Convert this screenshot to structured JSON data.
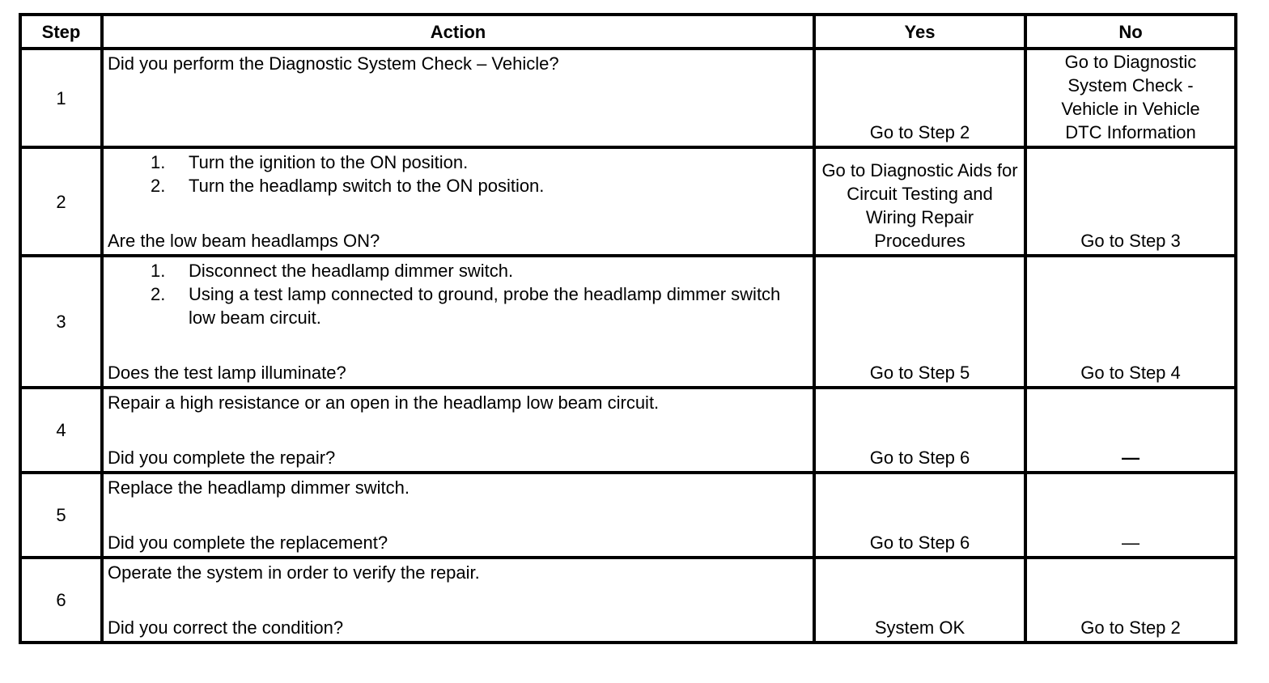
{
  "headers": {
    "step": "Step",
    "action": "Action",
    "yes": "Yes",
    "no": "No"
  },
  "rows": [
    {
      "step": "1",
      "action": {
        "lines": [
          "Did you perform the Diagnostic System Check – Vehicle?"
        ]
      },
      "yes": "Go to Step 2",
      "no": "Go to Diagnostic System Check - Vehicle in Vehicle DTC Information"
    },
    {
      "step": "2",
      "action": {
        "list": [
          "Turn the ignition to the ON position.",
          "Turn the headlamp switch to the ON position."
        ],
        "question": "Are the low beam headlamps ON?"
      },
      "yes": "Go to Diagnostic Aids for Circuit Testing and Wiring Repair Procedures",
      "no": "Go to Step 3"
    },
    {
      "step": "3",
      "action": {
        "list": [
          "Disconnect the headlamp dimmer switch.",
          "Using a test lamp connected to ground, probe the headlamp dimmer switch low beam circuit."
        ],
        "question": "Does the test lamp illuminate?"
      },
      "yes": "Go to Step 5",
      "no": "Go to Step 4"
    },
    {
      "step": "4",
      "action": {
        "instruction": "Repair a high resistance or an open in the headlamp low beam circuit.",
        "question": "Did you complete the repair?"
      },
      "yes": "Go to Step 6",
      "no": "—"
    },
    {
      "step": "5",
      "action": {
        "instruction": "Replace the headlamp dimmer switch.",
        "question": "Did you complete the replacement?"
      },
      "yes": "Go to Step 6",
      "no": "—"
    },
    {
      "step": "6",
      "action": {
        "instruction": "Operate the system in order to verify the repair.",
        "question": "Did you correct the condition?"
      },
      "yes": "System OK",
      "no": "Go to Step 2"
    }
  ],
  "list_markers": [
    "1.",
    "2."
  ]
}
